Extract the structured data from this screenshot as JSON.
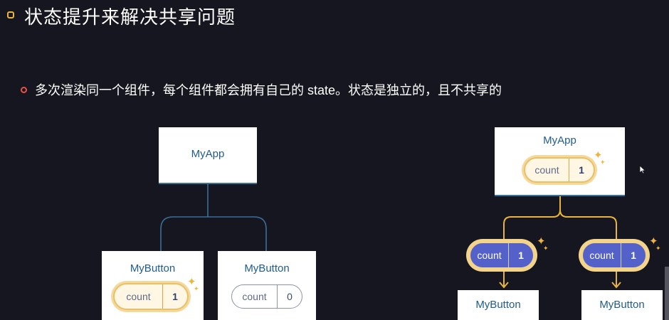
{
  "slide": {
    "title": "状态提升来解决共享问题",
    "bullet": "多次渲染同一个组件，每个组件都会拥有自己的 state。状态是独立的，且不共享的"
  },
  "left_diagram": {
    "root": {
      "label": "MyApp"
    },
    "children": [
      {
        "label": "MyButton",
        "state": {
          "name": "count",
          "value": "1"
        }
      },
      {
        "label": "MyButton",
        "state": {
          "name": "count",
          "value": "0"
        }
      }
    ]
  },
  "right_diagram": {
    "root": {
      "label": "MyApp",
      "state": {
        "name": "count",
        "value": "1"
      }
    },
    "props": [
      {
        "name": "count",
        "value": "1"
      },
      {
        "name": "count",
        "value": "1"
      }
    ],
    "children": [
      {
        "label": "MyButton"
      },
      {
        "label": "MyButton"
      }
    ]
  },
  "icons": {
    "title_marker": "square-bullet-icon",
    "bullet_marker": "circle-bullet-icon",
    "sparkle": "sparkle-icon",
    "cursor": "mouse-cursor-icon"
  },
  "colors": {
    "background": "#15161f",
    "tree_line_left": "#3b6f9c",
    "tree_line_right": "#e8b53a",
    "state_highlight": "#f5d99a",
    "prop_pill": "#5461c8"
  }
}
